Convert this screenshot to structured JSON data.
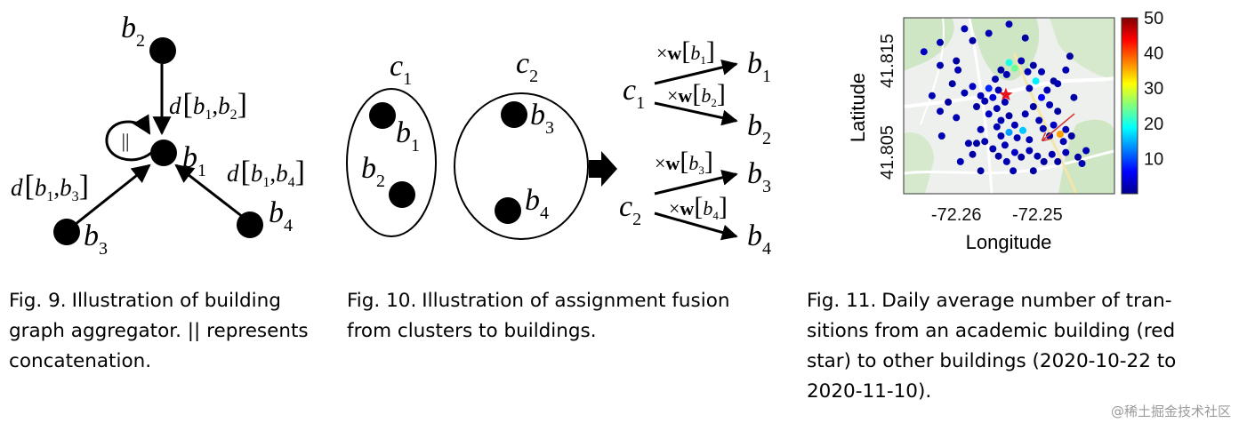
{
  "fig9": {
    "nodes": {
      "b": "b",
      "sub1": "1",
      "sub2": "2",
      "sub3": "3",
      "sub4": "4"
    },
    "edge_labels": {
      "e12": {
        "d": "d",
        "open": "[",
        "b": "b",
        "s1": "1",
        "comma": ",",
        "s2": "2",
        "close": "]"
      },
      "e13": {
        "d": "d",
        "open": "[",
        "b": "b",
        "s1": "1",
        "comma": ",",
        "s2": "3",
        "close": "]"
      },
      "e14": {
        "d": "d",
        "open": "[",
        "b": "b",
        "s1": "1",
        "comma": ",",
        "s2": "4",
        "close": "]"
      }
    },
    "concat_symbol": "||",
    "caption": {
      "label": "Fig. 9.",
      "lines": [
        "Illustration of building",
        "graph aggregator. || represents",
        "concatenation."
      ]
    }
  },
  "fig10": {
    "clusters": {
      "c": "c",
      "s1": "1",
      "s2": "2"
    },
    "buildings": {
      "b": "b",
      "s1": "1",
      "s2": "2",
      "s3": "3",
      "s4": "4"
    },
    "weights": {
      "times": "×",
      "w": "w",
      "open": "[",
      "close": "]",
      "b": "b",
      "s1": "1",
      "s2": "2",
      "s3": "3",
      "s4": "4"
    },
    "arrow_icon": "thick-right-arrow",
    "caption": {
      "label": "Fig. 10.",
      "lines": [
        "Illustration of assignment fusion",
        "from clusters to buildings."
      ]
    }
  },
  "fig11": {
    "chart_data": {
      "type": "scatter",
      "xlabel": "Longitude",
      "ylabel": "Latitude",
      "xticks": [
        "-72.26",
        "-72.25"
      ],
      "yticks": [
        "41.815",
        "41.805"
      ],
      "xlim": [
        -72.2665,
        -72.2405
      ],
      "ylim": [
        41.8005,
        41.8197
      ],
      "colorbar": {
        "min": 0,
        "max": 50,
        "ticks": [
          "50",
          "40",
          "30",
          "20",
          "10"
        ],
        "colormap": "jet"
      },
      "highlight_marker": {
        "shape": "star",
        "color": "#e8141c",
        "lon": -72.2539,
        "lat": 41.8113
      },
      "annotation_arrow": {
        "color": "#d23a3a"
      },
      "points": [
        [
          -72.264,
          41.816,
          3
        ],
        [
          -72.262,
          41.817,
          2
        ],
        [
          -72.259,
          41.8185,
          2
        ],
        [
          -72.258,
          41.8172,
          1
        ],
        [
          -72.256,
          41.818,
          2
        ],
        [
          -72.2535,
          41.819,
          2
        ],
        [
          -72.2515,
          41.8175,
          1
        ],
        [
          -72.2465,
          41.814,
          2
        ],
        [
          -72.262,
          41.8145,
          2
        ],
        [
          -72.26,
          41.815,
          1
        ],
        [
          -72.2598,
          41.814,
          2
        ],
        [
          -72.2605,
          41.8125,
          1
        ],
        [
          -72.259,
          41.8115,
          2
        ],
        [
          -72.258,
          41.8122,
          3
        ],
        [
          -72.257,
          41.8112,
          2
        ],
        [
          -72.2575,
          41.81,
          1
        ],
        [
          -72.2565,
          41.8106,
          2
        ],
        [
          -72.2555,
          41.811,
          4
        ],
        [
          -72.2548,
          41.8118,
          2
        ],
        [
          -72.2552,
          41.813,
          2
        ],
        [
          -72.2545,
          41.814,
          1
        ],
        [
          -72.2538,
          41.8135,
          2
        ],
        [
          -72.2535,
          41.8148,
          20
        ],
        [
          -72.2528,
          41.8142,
          24
        ],
        [
          -72.252,
          41.815,
          2
        ],
        [
          -72.2512,
          41.8138,
          2
        ],
        [
          -72.2505,
          41.8145,
          1
        ],
        [
          -72.2495,
          41.8138,
          2
        ],
        [
          -72.2502,
          41.8128,
          18
        ],
        [
          -72.251,
          41.812,
          2
        ],
        [
          -72.2495,
          41.811,
          6
        ],
        [
          -72.2488,
          41.8118,
          2
        ],
        [
          -72.248,
          41.8128,
          1
        ],
        [
          -72.2485,
          41.8102,
          2
        ],
        [
          -72.2475,
          41.8095,
          1
        ],
        [
          -72.256,
          41.8092,
          3
        ],
        [
          -72.255,
          41.8098,
          2
        ],
        [
          -72.2545,
          41.8085,
          2
        ],
        [
          -72.2535,
          41.809,
          1
        ],
        [
          -72.2528,
          41.808,
          2
        ],
        [
          -72.2535,
          41.8072,
          14
        ],
        [
          -72.2545,
          41.8068,
          2
        ],
        [
          -72.254,
          41.8058,
          2
        ],
        [
          -72.2525,
          41.8066,
          2
        ],
        [
          -72.2518,
          41.8074,
          16
        ],
        [
          -72.251,
          41.8064,
          2
        ],
        [
          -72.2515,
          41.8092,
          2
        ],
        [
          -72.2505,
          41.81,
          1
        ],
        [
          -72.2498,
          41.8085,
          2
        ],
        [
          -72.2493,
          41.8076,
          2
        ],
        [
          -72.2485,
          41.8068,
          1
        ],
        [
          -72.248,
          41.808,
          3
        ],
        [
          -72.2472,
          41.807,
          36
        ],
        [
          -72.2465,
          41.8075,
          2
        ],
        [
          -72.2468,
          41.8062,
          2
        ],
        [
          -72.2458,
          41.8068,
          1
        ],
        [
          -72.257,
          41.8075,
          2
        ],
        [
          -72.2575,
          41.806,
          1
        ],
        [
          -72.2565,
          41.8062,
          2
        ],
        [
          -72.2555,
          41.8054,
          2
        ],
        [
          -72.2548,
          41.8046,
          1
        ],
        [
          -72.2538,
          41.804,
          2
        ],
        [
          -72.2528,
          41.805,
          3
        ],
        [
          -72.252,
          41.8045,
          1
        ],
        [
          -72.251,
          41.8052,
          2
        ],
        [
          -72.25,
          41.8046,
          2
        ],
        [
          -72.2492,
          41.804,
          1
        ],
        [
          -72.2482,
          41.8048,
          2
        ],
        [
          -72.2475,
          41.804,
          1
        ],
        [
          -72.2465,
          41.805,
          2
        ],
        [
          -72.245,
          41.8045,
          1
        ],
        [
          -72.244,
          41.8052,
          2
        ],
        [
          -72.2445,
          41.8038,
          2
        ],
        [
          -72.2585,
          41.806,
          2
        ],
        [
          -72.258,
          41.8048,
          1
        ],
        [
          -72.2595,
          41.804,
          2
        ],
        [
          -72.2618,
          41.8068,
          2
        ],
        [
          -72.257,
          41.803,
          1
        ],
        [
          -72.253,
          41.803,
          2
        ],
        [
          -72.2505,
          41.803,
          1
        ],
        [
          -72.263,
          41.8112,
          2
        ],
        [
          -72.261,
          41.8105,
          1
        ],
        [
          -72.262,
          41.8095,
          2
        ],
        [
          -72.26,
          41.8088,
          2
        ],
        [
          -72.246,
          41.8155,
          1
        ],
        [
          -72.2475,
          41.8125,
          2
        ],
        [
          -72.2455,
          41.811,
          1
        ],
        [
          -72.254,
          41.8105,
          2
        ],
        [
          -72.256,
          41.812,
          8
        ],
        [
          -72.255,
          41.8078,
          2
        ]
      ]
    },
    "caption": {
      "label": "Fig. 11.",
      "lines": [
        "Daily average number of tran-",
        "sitions from an academic building (red",
        "star) to other buildings (2020-10-22 to",
        "2020-11-10)."
      ]
    }
  },
  "watermark": "@稀土掘金技术社区"
}
